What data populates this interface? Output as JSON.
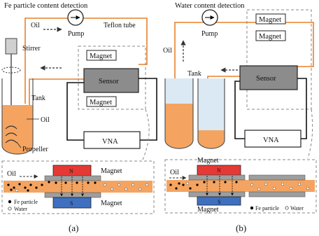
{
  "panel_a": {
    "title": "Fe particle content detection",
    "oil_label": "Oil",
    "pump_label": "Pump",
    "tube_label": "Teflon tube",
    "stirrer_label": "Stirrer",
    "magnet_top_label": "Magnet",
    "sensor_label": "Sensor",
    "magnet_bottom_label": "Magnet",
    "tank_label": "Tank",
    "oil_in_tank_label": "Oil",
    "propeller_label": "Propeller",
    "vna_label": "VNA",
    "inset": {
      "oil_label": "Oil",
      "magnet_top_label": "Magnet",
      "magnet_bottom_label": "Magnet",
      "pole_n": "N",
      "pole_s": "S",
      "legend_fe": "Fe particle",
      "legend_water": "Water"
    },
    "caption": "(a)"
  },
  "panel_b": {
    "title": "Water content detection",
    "pump_label": "Pump",
    "magnet_top_label": "Magnet",
    "magnet_bottom_label": "Magnet",
    "oil_label": "Oil",
    "tank_label": "Tank",
    "sensor_label": "Sensor",
    "vna_label": "VNA",
    "inset": {
      "oil_label": "Oil",
      "magnet_top_label": "Magnet",
      "magnet_bottom_label": "Magnet",
      "pole_n": "N",
      "pole_s": "S",
      "legend_fe": "Fe particle",
      "legend_water": "Water"
    },
    "caption": "(b)"
  },
  "colors": {
    "tube": "#e8802a",
    "oil_fill": "#f4a460",
    "water_fill": "#dbe9f4",
    "magnet_n": "#e53935",
    "magnet_s": "#3f6fbf",
    "sensor_fill": "#8c8c8c",
    "electrode": "#9e9e9e",
    "guide_line": "#808080"
  }
}
